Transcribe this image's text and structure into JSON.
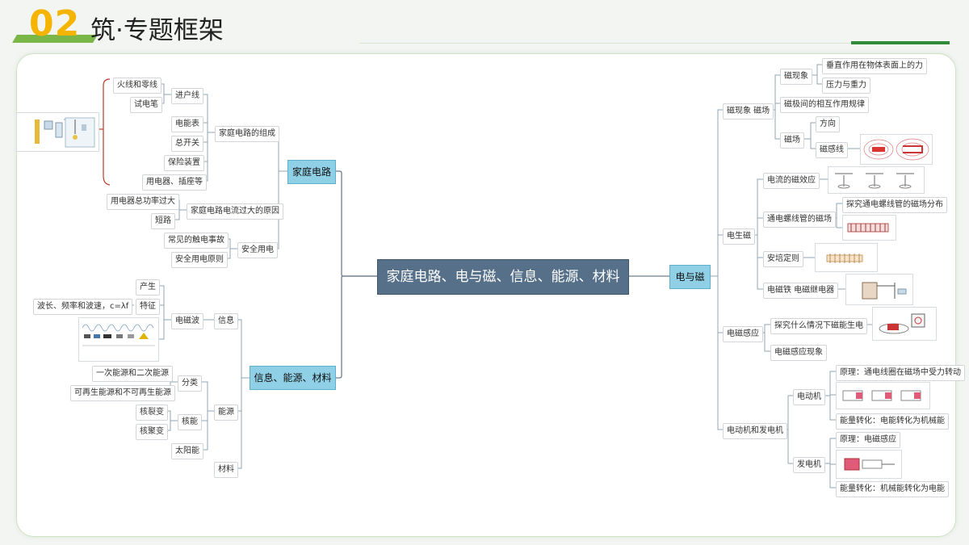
{
  "header": {
    "number": "02",
    "title": "筑·专题框架"
  },
  "central": "家庭电路、电与磁、信息、能源、材料",
  "branches": {
    "home": {
      "label": "家庭电路",
      "composition": {
        "label": "家庭电路的组成",
        "incoming": "进户线",
        "live_neutral": "火线和零线",
        "test_pen": "试电笔",
        "meter": "电能表",
        "main_switch": "总开关",
        "fuse": "保险装置",
        "appliances": "用电器、插座等"
      },
      "overcurrent": {
        "label": "家庭电路电流过大的原因",
        "overload": "用电器总功率过大",
        "short": "短路"
      },
      "safety": {
        "label": "安全用电",
        "accidents": "常见的触电事故",
        "principles": "安全用电原则"
      }
    },
    "info": {
      "label": "信息、能源、材料",
      "information": {
        "label": "信息",
        "em_wave": "电磁波",
        "origin": "产生",
        "feature": "特征",
        "formula": "波长、频率和波速，c=λf"
      },
      "energy": {
        "label": "能源",
        "classify": "分类",
        "primary": "一次能源和二次能源",
        "renewable": "可再生能源和不可再生能源",
        "nuclear": "核能",
        "fission": "核裂变",
        "fusion": "核聚变",
        "solar": "太阳能"
      },
      "material": "材料"
    },
    "magnet": {
      "label": "电与磁",
      "field": {
        "label": "磁现象 磁场",
        "phenomenon": "磁现象",
        "vertical_force": "垂直作用在物体表面上的力",
        "pressure_gravity": "压力与重力",
        "interaction": "磁极间的相互作用规律",
        "field": "磁场",
        "direction": "方向",
        "field_lines": "磁感线"
      },
      "electro": {
        "label": "电生磁",
        "current_effect": "电流的磁效应",
        "solenoid": "通电螺线管的磁场",
        "explore_solenoid": "探究通电螺线管的磁场分布",
        "ampere": "安培定则",
        "relay": "电磁铁 电磁继电器"
      },
      "induction": {
        "label": "电磁感应",
        "explore": "探究什么情况下磁能生电",
        "phenomenon": "电磁感应现象"
      },
      "machines": {
        "label": "电动机和发电机",
        "motor": "电动机",
        "motor_principle": "原理：通电线圈在磁场中受力转动",
        "motor_energy": "能量转化：电能转化为机械能",
        "generator": "发电机",
        "gen_principle": "原理：电磁感应",
        "gen_energy": "能量转化：机械能转化为电能"
      }
    }
  }
}
